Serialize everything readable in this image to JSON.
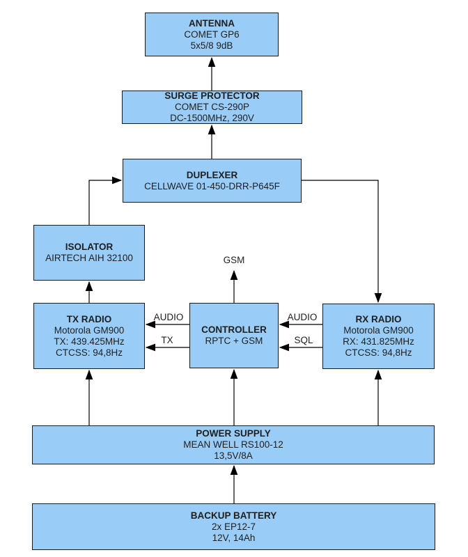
{
  "diagram": {
    "colors": {
      "box_fill": "#99ccf7",
      "box_border": "#1a1a1a",
      "arrow": "#000000",
      "text": "#1f1f1f",
      "background": "#ffffff"
    },
    "nodes": {
      "antenna": {
        "title": "ANTENNA",
        "line1": "COMET GP6",
        "line2": "5x5/8 9dB"
      },
      "surge_protector": {
        "title": "SURGE PROTECTOR",
        "line1": "COMET CS-290P",
        "line2": "DC-1500MHz, 290V"
      },
      "duplexer": {
        "title": "DUPLEXER",
        "line1": "CELLWAVE 01-450-DRR-P645F"
      },
      "isolator": {
        "title": "ISOLATOR",
        "line1": "AIRTECH AIH 32100"
      },
      "tx_radio": {
        "title": "TX RADIO",
        "line1": "Motorola GM900",
        "line2": "TX: 439.425MHz",
        "line3": "CTCSS: 94,8Hz"
      },
      "controller": {
        "title": "CONTROLLER",
        "line1": "RPTC + GSM"
      },
      "rx_radio": {
        "title": "RX RADIO",
        "line1": "Motorola GM900",
        "line2": "RX: 431.825MHz",
        "line3": "CTCSS: 94,8Hz"
      },
      "power_supply": {
        "title": "POWER SUPPLY",
        "line1": "MEAN WELL RS100-12",
        "line2": "13,5V/8A"
      },
      "backup_battery": {
        "title": "BACKUP BATTERY",
        "line1": "2x EP12-7",
        "line2": "12V, 14Ah"
      }
    },
    "edge_labels": {
      "gsm": "GSM",
      "controller_to_tx_audio": "AUDIO",
      "controller_to_tx": "TX",
      "rx_to_controller_audio": "AUDIO",
      "rx_to_controller_sql": "SQL"
    },
    "connections": [
      {
        "from": "surge_protector",
        "to": "antenna"
      },
      {
        "from": "duplexer",
        "to": "surge_protector"
      },
      {
        "from": "isolator",
        "to": "duplexer"
      },
      {
        "from": "duplexer",
        "to": "rx_radio"
      },
      {
        "from": "tx_radio",
        "to": "isolator"
      },
      {
        "from": "controller",
        "to": "tx_radio",
        "label": "AUDIO"
      },
      {
        "from": "controller",
        "to": "tx_radio",
        "label": "TX"
      },
      {
        "from": "rx_radio",
        "to": "controller",
        "label": "AUDIO"
      },
      {
        "from": "rx_radio",
        "to": "controller",
        "label": "SQL"
      },
      {
        "from": "controller",
        "to": "gsm",
        "label": "GSM"
      },
      {
        "from": "power_supply",
        "to": "tx_radio"
      },
      {
        "from": "power_supply",
        "to": "controller"
      },
      {
        "from": "power_supply",
        "to": "rx_radio"
      },
      {
        "from": "backup_battery",
        "to": "power_supply"
      }
    ]
  }
}
